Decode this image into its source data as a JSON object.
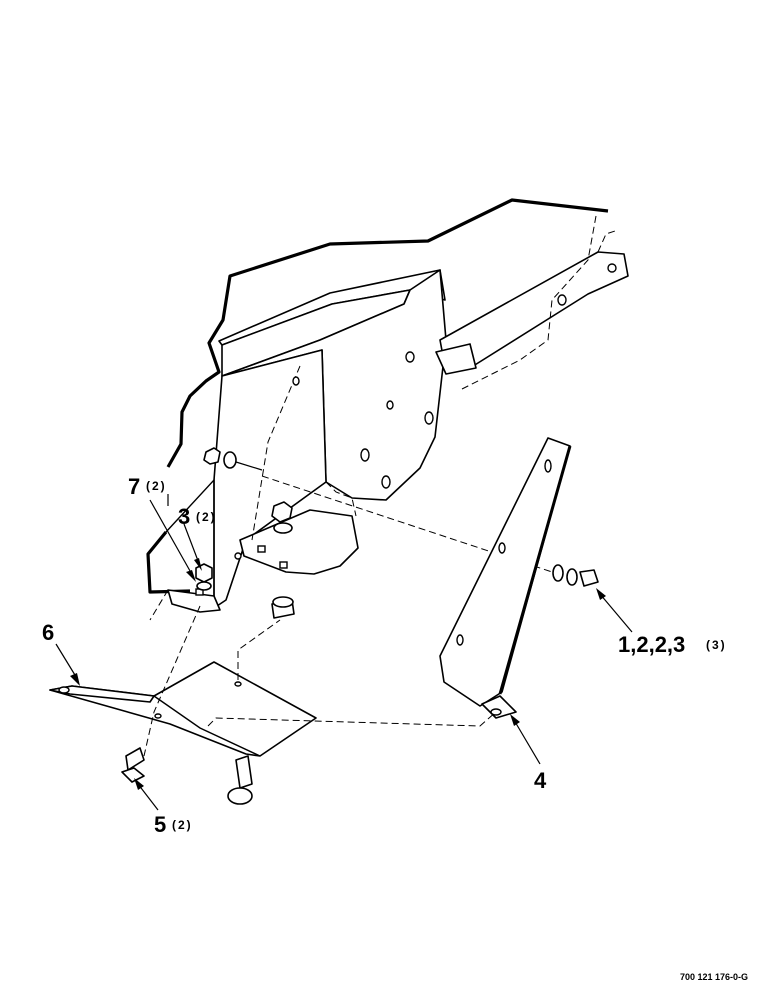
{
  "callouts": {
    "c7": {
      "number": "7",
      "qty": "(2)"
    },
    "c3": {
      "number": "3",
      "qty": "(2)"
    },
    "c6": {
      "number": "6"
    },
    "c5": {
      "number": "5",
      "qty": "(2)"
    },
    "c4": {
      "number": "4"
    },
    "c1223": {
      "number": "1,2,2,3",
      "qty": "(3)"
    }
  },
  "reference_code": "700 121 176-0-G"
}
